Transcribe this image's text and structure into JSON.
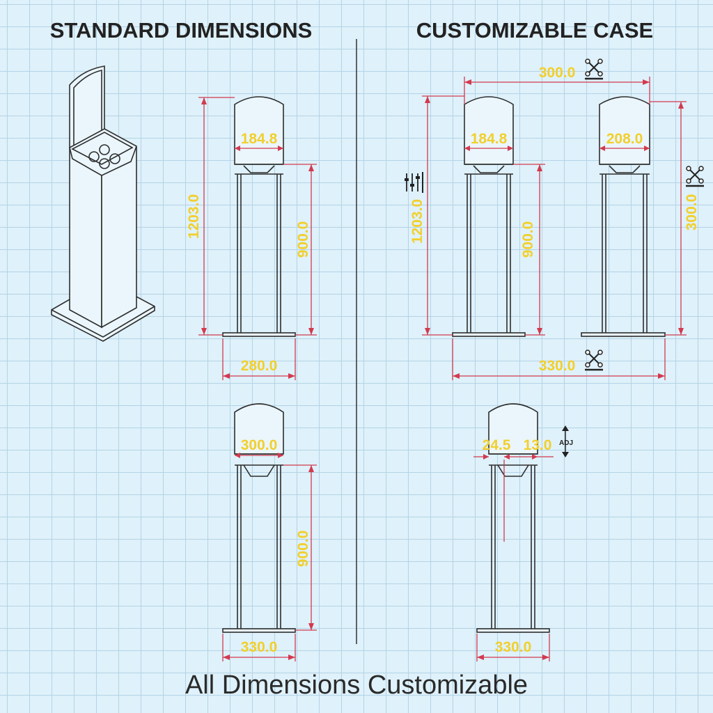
{
  "headings": {
    "left": "STANDARD DIMENSIONS",
    "right": "CUSTOMIZABLE CASE"
  },
  "footer": "All Dimensions Customizable",
  "dimensions": {
    "standard_top": {
      "overall_height": "1203.0",
      "head_width": "184.8",
      "post_height": "900.0",
      "base_width": "280.0"
    },
    "standard_bottom": {
      "head_width": "300.0",
      "post_height": "900.0",
      "base_width": "330.0"
    },
    "custom_top": {
      "span_width": "300.0",
      "overall_height": "1203.0",
      "head_width_a": "184.8",
      "post_height": "900.0",
      "head_width_b": "208.0",
      "right_height": "300.0",
      "base_span": "330.0"
    },
    "custom_bottom": {
      "offset_a": "24.5",
      "offset_b": "13.0",
      "adj_label": "ADJ",
      "base_width": "330.0"
    }
  },
  "icons": [
    "resize-arrows-icon",
    "slider-adjust-icon",
    "adjust-updown-icon"
  ]
}
